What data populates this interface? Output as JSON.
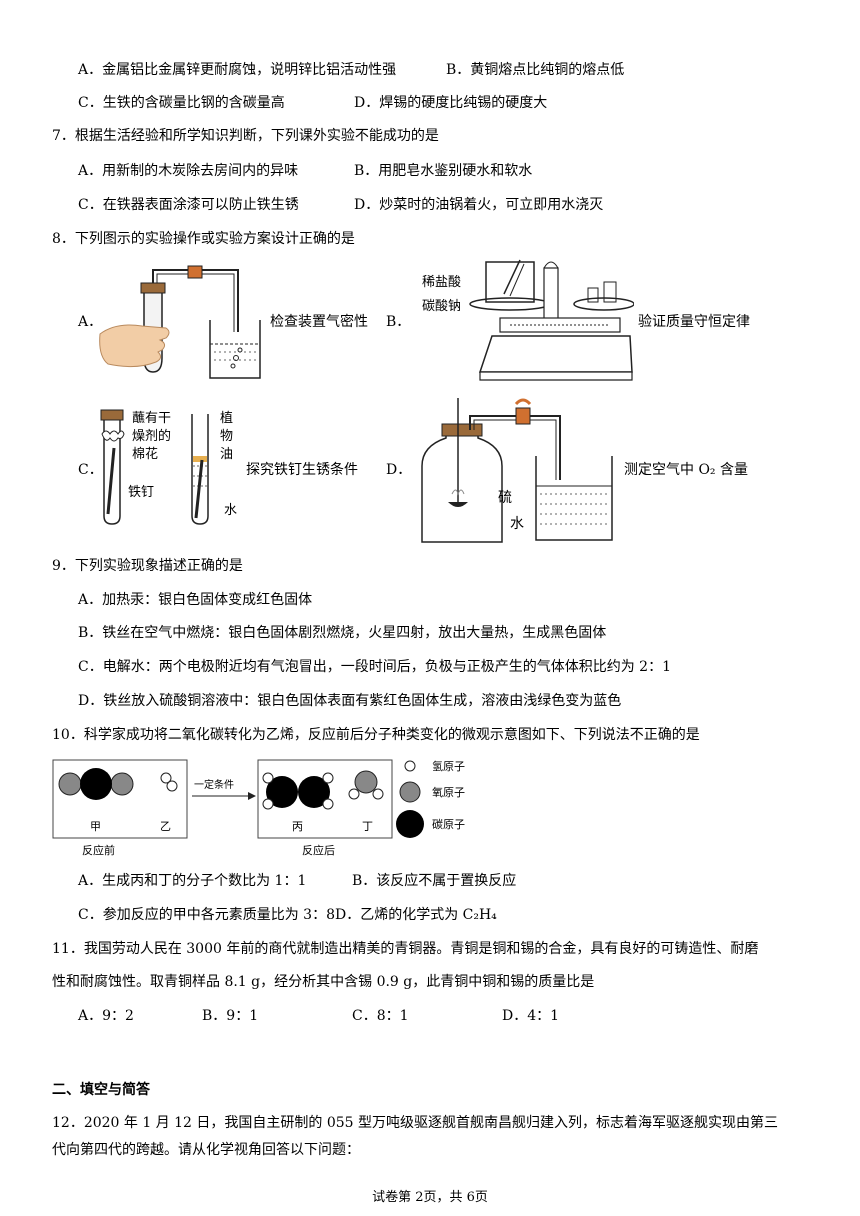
{
  "q6": {
    "optA": "A．金属铝比金属锌更耐腐蚀，说明锌比铝活动性强",
    "optB": "B．黄铜熔点比纯铜的熔点低",
    "optC": "C．生铁的含碳量比钢的含碳量高",
    "optD": "D．焊锡的硬度比纯锡的硬度大"
  },
  "q7": {
    "stem": "7．根据生活经验和所学知识判断，下列课外实验不能成功的是",
    "optA": "A．用新制的木炭除去房间内的异味",
    "optB": "B．用肥皂水鉴别硬水和软水",
    "optC": "C．在铁器表面涂漆可以防止铁生锈",
    "optD": "D．炒菜时的油锅着火，可立即用水浇灭"
  },
  "q8": {
    "stem": "8．下列图示的实验操作或实验方案设计正确的是",
    "A": {
      "letter": "A．",
      "caption": "检查装置气密性"
    },
    "B": {
      "letter": "B．",
      "caption": "验证质量守恒定律",
      "label_acid": "稀盐酸",
      "label_carbonate": "碳酸钠"
    },
    "C": {
      "letter": "C．",
      "caption": "探究铁钉生锈条件",
      "label_cotton_1": "蘸有干",
      "label_cotton_2": "燥剂的",
      "label_cotton_3": "棉花",
      "label_oil_1": "植",
      "label_oil_2": "物",
      "label_oil_3": "油",
      "label_nail": "铁钉",
      "label_water": "水"
    },
    "D": {
      "letter": "D．",
      "caption": "测定空气中 O₂ 含量",
      "label_sulfur": "硫",
      "label_water": "水"
    }
  },
  "q9": {
    "stem": "9．下列实验现象描述正确的是",
    "optA": "A．加热汞：银白色固体变成红色固体",
    "optB": "B．铁丝在空气中燃烧：银白色固体剧烈燃烧，火星四射，放出大量热，生成黑色固体",
    "optC": "C．电解水：两个电极附近均有气泡冒出，一段时间后，负极与正极产生的气体体积比约为 2：1",
    "optD": "D．铁丝放入硫酸铜溶液中：银白色固体表面有紫红色固体生成，溶液由浅绿色变为蓝色"
  },
  "q10": {
    "stem": "10．科学家成功将二氧化碳转化为乙烯，反应前后分子种类变化的微观示意图如下、下列说法不正确的是",
    "diagram": {
      "jia": "甲",
      "yi": "乙",
      "bing": "丙",
      "ding": "丁",
      "before": "反应前",
      "after": "反应后",
      "condition": "一定条件",
      "legend_h": "氢原子",
      "legend_o": "氧原子",
      "legend_c": "碳原子"
    },
    "optA": "A．生成丙和丁的分子个数比为 1：1",
    "optB": "B．该反应不属于置换反应",
    "optC": "C．参加反应的甲中各元素质量比为 3：8D．乙烯的化学式为 C₂H₄"
  },
  "q11": {
    "stem1": "11．我国劳动人民在 3000 年前的商代就制造出精美的青铜器。青铜是铜和锡的合金，具有良好的可铸造性、耐磨",
    "stem2": "性和耐腐蚀性。取青铜样品 8.1 g，经分析其中含锡 0.9 g，此青铜中铜和锡的质量比是",
    "optA": "A．9：2",
    "optB": "B．9：1",
    "optC": "C．8：1",
    "optD": "D．4：1"
  },
  "section2": {
    "title": "二、填空与简答"
  },
  "q12": {
    "stem1": "12．2020 年 1 月 12 日，我国自主研制的 055 型万吨级驱逐舰首舰南昌舰归建入列，标志着海军驱逐舰实现由第三",
    "stem2": "代向第四代的跨越。请从化学视角回答以下问题："
  },
  "footer": "试卷第 2页，共 6页"
}
